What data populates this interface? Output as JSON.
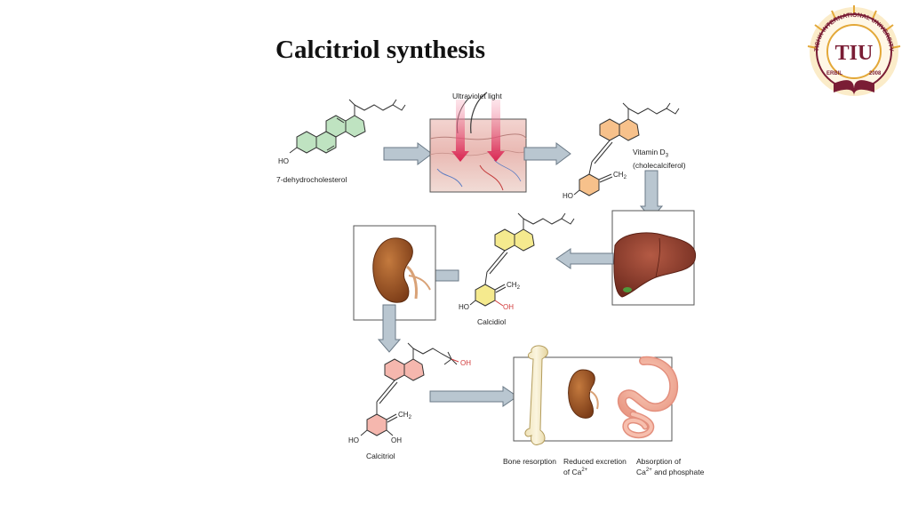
{
  "slide": {
    "title": "Calcitriol synthesis"
  },
  "logo": {
    "ring_text": "TISHK INTERNATIONAL UNIVERSITY",
    "monogram": "TIU",
    "city": "ERBIL",
    "year": "2008"
  },
  "labels": {
    "uv": "Ultraviolet light",
    "dehydro": "7-dehydrocholesterol",
    "vitd3_line1": "Vitamin D",
    "vitd3_sub": "3",
    "vitd3_line2": "(cholecalciferol)",
    "calcidiol": "Calcidiol",
    "calcitriol": "Calcitriol",
    "bone": "Bone resorption",
    "reduced_line1": "Reduced excretion",
    "reduced_line2": "of Ca",
    "reduced_sup": "2+",
    "absorption_line1": "Absorption of",
    "absorption_line2": "Ca",
    "absorption_sup": "2+",
    "absorption_tail": " and phosphate"
  },
  "chem": {
    "ho": "HO",
    "oh": "OH",
    "ch2": "CH",
    "ch2_sub": "2"
  },
  "colors": {
    "green_ring": "#bfe3c1",
    "orange_ring": "#f7c18b",
    "yellow_ring": "#f5ea8e",
    "pink_ring": "#f5b7ae",
    "arrow_fill": "#b9c6d0",
    "arrow_stroke": "#6b7a87",
    "oh_red": "#d23b3b",
    "liver": "#8b3a2a",
    "kidney": "#9a5426",
    "logo_gold": "#e3a838",
    "logo_maroon": "#7a1d35"
  }
}
